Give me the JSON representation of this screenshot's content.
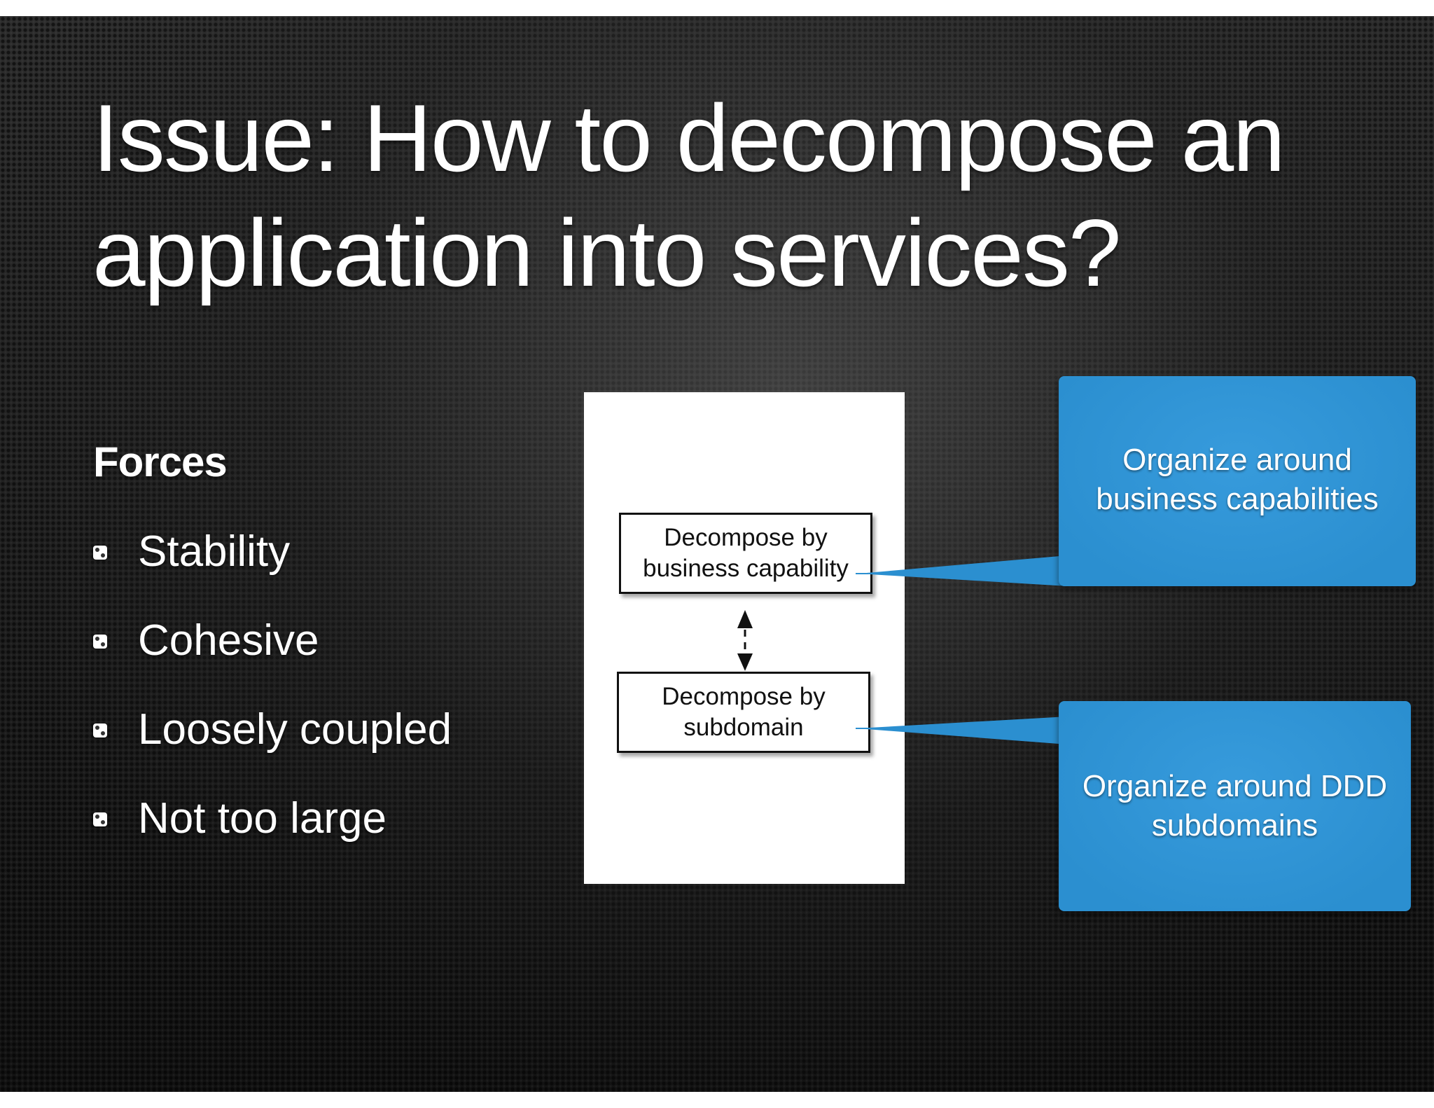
{
  "slide": {
    "title_lines": [
      "Issue: How to decompose an",
      "application into services?"
    ],
    "forces": {
      "heading": "Forces",
      "items": [
        "Stability",
        "Cohesive",
        "Loosely coupled",
        "Not too large"
      ]
    }
  },
  "diagram": {
    "box_capability": {
      "line1": "Decompose by",
      "line2": "business capability"
    },
    "box_subdomain": {
      "line1": "Decompose by",
      "line2": "subdomain"
    },
    "connector_style": "dashed double-headed arrow"
  },
  "callouts": {
    "capabilities": {
      "line1": "Organize around",
      "line2": "business capabilities"
    },
    "subdomains": {
      "line1": "Organize around DDD",
      "line2": "subdomains"
    }
  },
  "colors": {
    "background": "#1b1b1b",
    "callout_blue": "#2b8fd0",
    "text": "#ffffff",
    "diagram_ink": "#111111"
  }
}
